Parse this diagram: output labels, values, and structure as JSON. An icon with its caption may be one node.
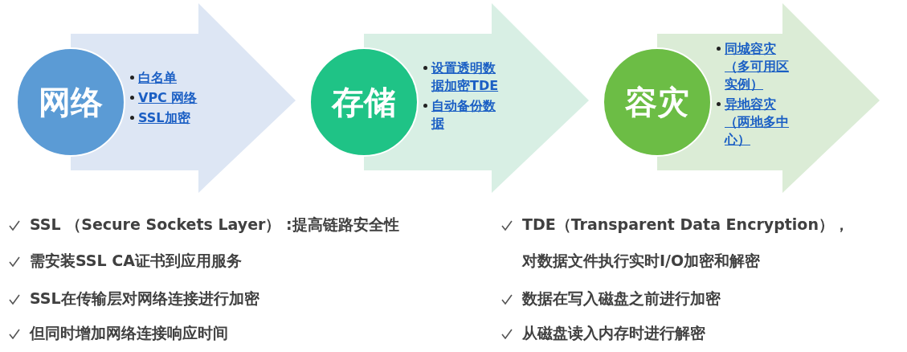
{
  "diagram": {
    "nodes": [
      {
        "text": [
          "网络"
        ]
      },
      {
        "text": [
          "白名单",
          "VPC 网络",
          "SSL加密"
        ]
      },
      {
        "text": [
          "存储"
        ]
      },
      {
        "text": [
          "设置透明数据加密TDE",
          "自动备份数据"
        ]
      },
      {
        "text": [
          "容灾"
        ]
      },
      {
        "text": [
          "同城容灾（多可用区实例）",
          "异地容灾（两地多中心）"
        ]
      }
    ],
    "edges": [
      {
        "from": 0,
        "to": 2,
        "arrow": "to"
      },
      {
        "from": 2,
        "to": 4,
        "arrow": "to"
      },
      {
        "from": 4,
        "to": null,
        "arrow": "to"
      }
    ],
    "labels": [
      "SSL （Secure Sockets Layer） :提高链路安全性",
      "TDE（Transparent Data Encryption），对数据文件执行实时I/O加密和解密",
      "需安装SSL CA证书到应用服务",
      "SSL在传输层对网络连接进行加密",
      "数据在写入磁盘之前进行加密",
      "但同时增加网络连接响应时间",
      "从磁盘读入内存时进行解密"
    ]
  }
}
